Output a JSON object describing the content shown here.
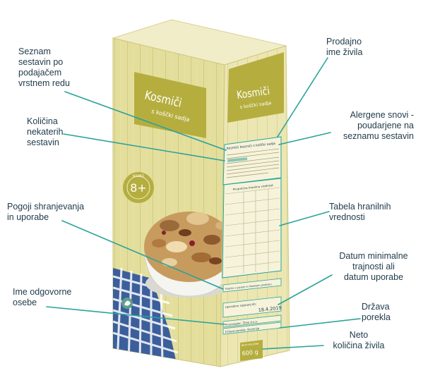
{
  "box": {
    "brand": "Kosmiči",
    "subtitle": "s koščki sadja",
    "age_badge": "8+",
    "age_ring_text": "KOSMIČI",
    "info_title": "Kosmiči kosmiči s koščki sadja",
    "nutrition_title": "Povprečna hranilna vrednost",
    "storage_text": "Hraniti v suhem in hladnem prostoru",
    "best_before_label": "Uporabno najmanj do:",
    "best_before_date": "18.4.2019",
    "producer": "Proizvajalec: Žitko d.o.o.",
    "origin": "Država porekla: Slovenija",
    "net_label": "NETO KOLIČINA",
    "net_value": "600 g"
  },
  "annotations": [
    {
      "id": "ingredients",
      "lines": [
        "Seznam",
        "sestavin po",
        "podajačem",
        "vrstnem redu"
      ]
    },
    {
      "id": "quantity",
      "lines": [
        "Količina",
        "nekaterih",
        "sestavin"
      ]
    },
    {
      "id": "storage",
      "lines": [
        "Pogoji shranjevanja",
        "in uporabe"
      ]
    },
    {
      "id": "responsible",
      "lines": [
        "Ime odgovorne",
        "osebe"
      ]
    },
    {
      "id": "name",
      "lines": [
        "Prodajno",
        "ime živila"
      ]
    },
    {
      "id": "allergens",
      "lines": [
        "Alergene snovi -",
        "poudarjene na",
        "seznamu sestavin"
      ]
    },
    {
      "id": "nutrition",
      "lines": [
        "Tabela hranilnih",
        "vrednosti"
      ]
    },
    {
      "id": "datemin",
      "lines": [
        "Datum minimalne",
        "trajnosti  ali",
        "datum uporabe"
      ]
    },
    {
      "id": "origin",
      "lines": [
        "Država",
        "porekla"
      ]
    },
    {
      "id": "net",
      "lines": [
        "Neto",
        "količina živila"
      ]
    }
  ],
  "colors": {
    "box_front": "#e6e0a0",
    "box_side": "#ece7b4",
    "box_top": "#f2eecb",
    "banner": "#b4ad3c",
    "leader": "#2aa39a",
    "text": "#1f3a4a"
  }
}
